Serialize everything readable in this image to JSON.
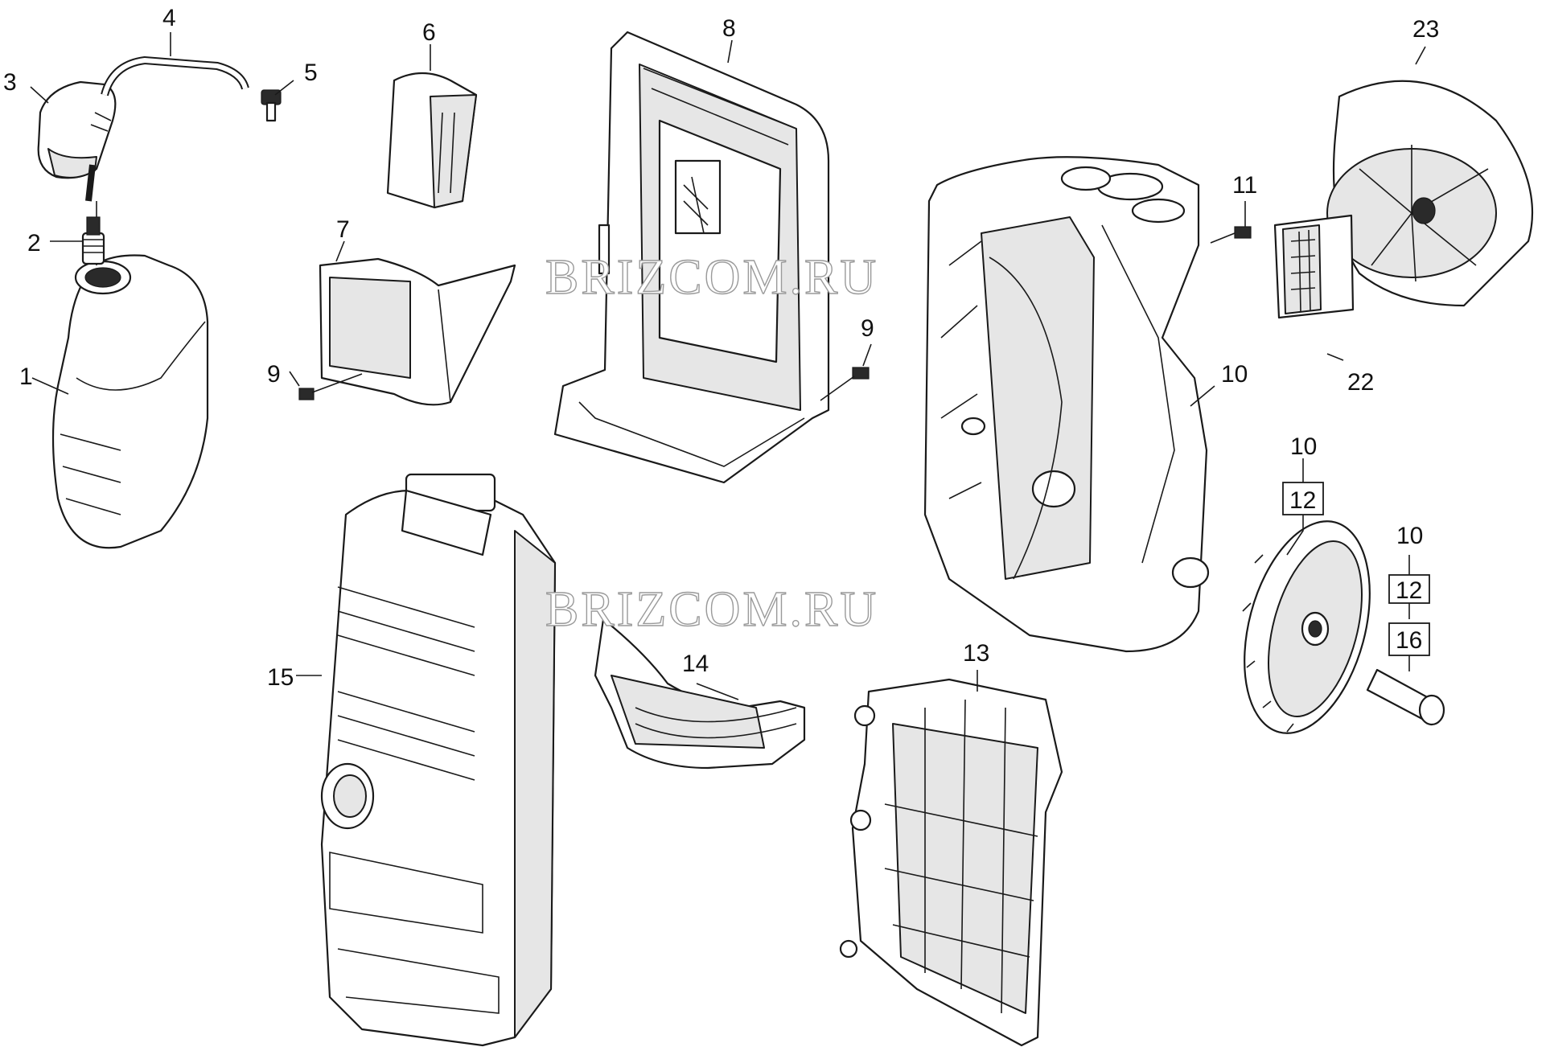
{
  "watermark": "BRIZCOM.RU",
  "callouts": {
    "c1": "1",
    "c2": "2",
    "c3": "3",
    "c4": "4",
    "c5": "5",
    "c6": "6",
    "c7": "7",
    "c8": "8",
    "c9a": "9",
    "c9b": "9",
    "c10a": "10",
    "c11": "11",
    "c10b": "10",
    "c12b": "12",
    "c10c": "10",
    "c12c": "12",
    "c16": "16",
    "c13": "13",
    "c14": "14",
    "c15": "15",
    "c22": "22",
    "c23": "23"
  }
}
